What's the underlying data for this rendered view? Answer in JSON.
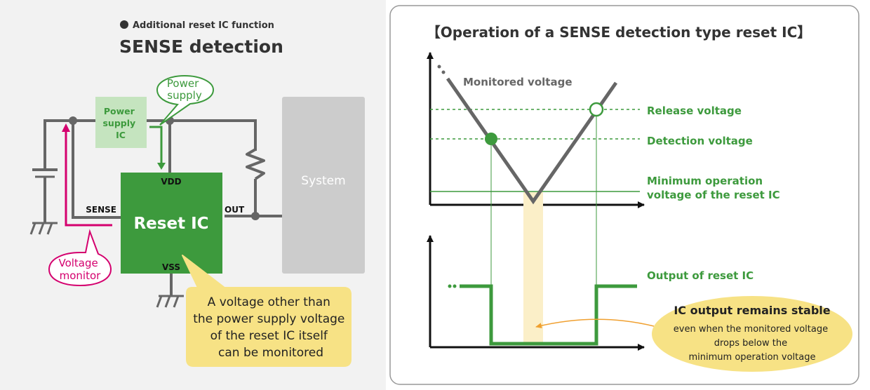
{
  "colors": {
    "bg_left": "#f2f2f2",
    "wire": "#666666",
    "green_dark": "#3d9a3d",
    "green_light": "#c5e4bf",
    "magenta": "#d4006e",
    "system_gray": "#cccccc",
    "callout_yellow": "#f7e285",
    "band_yellow": "#fbefc8",
    "orange_arrow": "#f0a030"
  },
  "left": {
    "subtitle": "Additional reset IC function",
    "title": "SENSE detection",
    "power_supply_ic": [
      "Power",
      "supply",
      "IC"
    ],
    "power_supply_bubble": [
      "Power",
      "supply"
    ],
    "reset_ic": "Reset IC",
    "pins": {
      "vdd": "VDD",
      "sense": "SENSE",
      "out": "OUT",
      "vss": "VSS"
    },
    "system": "System",
    "voltage_monitor": [
      "Voltage",
      "monitor"
    ],
    "note": [
      "A voltage other than",
      "the power supply voltage",
      "of the reset IC itself",
      "can be monitored"
    ]
  },
  "right": {
    "title": "【Operation of a SENSE detection type reset IC】",
    "monitored_voltage": "Monitored voltage",
    "release_voltage": "Release voltage",
    "detection_voltage": "Detection voltage",
    "min_operation": [
      "Minimum operation",
      "voltage of the reset IC"
    ],
    "output_label": "Output of reset IC",
    "stable_title": "IC output remains stable",
    "stable_text": [
      "even when the monitored voltage",
      "drops below the",
      "minimum operation voltage"
    ]
  }
}
